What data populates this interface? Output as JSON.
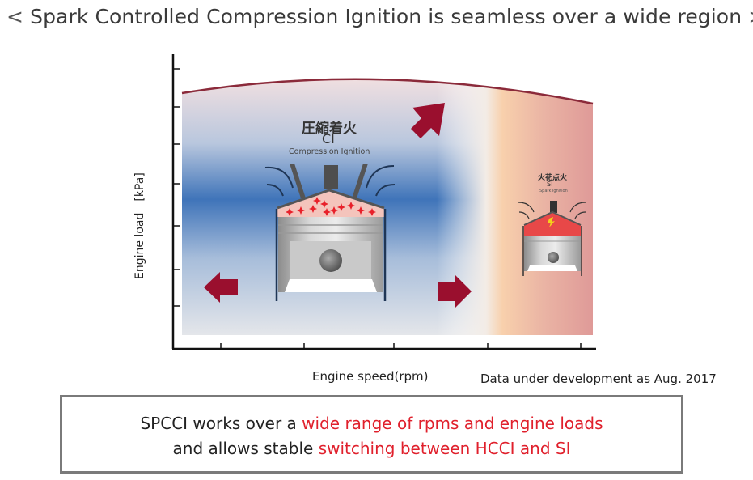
{
  "title": {
    "left_bracket": "<",
    "text": "Spark Controlled Compression Ignition is seamless over a wide region",
    "right_bracket": ">"
  },
  "axes": {
    "y_label": "Engine load　[kPa]",
    "x_label": "Engine speed(rpm)",
    "y_tick_count": 7,
    "x_tick_count": 5
  },
  "regions": {
    "ci": {
      "label_jp": "圧縮着火",
      "label_abbr": "CI",
      "label_full": "Compression Ignition",
      "color": "#3f74b9"
    },
    "si": {
      "label_jp": "火花点火",
      "label_abbr": "SI",
      "label_full": "Spark Ignition",
      "color": "#e59a98"
    },
    "boundary_color": "#8b2a3a",
    "arrow_color": "#9a0f2e",
    "arrows": [
      "up-right",
      "left",
      "right"
    ]
  },
  "note": "Data under development as Aug. 2017",
  "summary": {
    "line1_plain": "SPCCI works over a ",
    "line1_highlight": "wide range of rpms and engine loads",
    "line2_plain": "and allows stable ",
    "line2_highlight": "switching between HCCI and SI",
    "highlight_color": "#e0202c"
  }
}
